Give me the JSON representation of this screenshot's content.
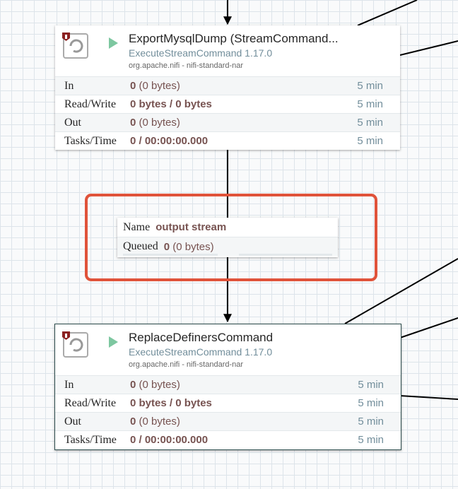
{
  "canvas": {
    "grid_color": "#dde4ea",
    "highlight_color": "#e0533a"
  },
  "processors": [
    {
      "name": "ExportMysqlDump (StreamCommand...",
      "type": "ExecuteStreamCommand 1.17.0",
      "bundle": "org.apache.nifi - nifi-standard-nar",
      "selected": false,
      "stats": {
        "in": {
          "label": "In",
          "value": "0",
          "detail": " (0 bytes)",
          "window": "5 min"
        },
        "read_write": {
          "label": "Read/Write",
          "value": "0 bytes / 0 bytes",
          "window": "5 min"
        },
        "out": {
          "label": "Out",
          "value": "0",
          "detail": " (0 bytes)",
          "window": "5 min"
        },
        "tasks_time": {
          "label": "Tasks/Time",
          "value": "0 / 00:00:00.000",
          "window": "5 min"
        }
      }
    },
    {
      "name": "ReplaceDefinersCommand",
      "type": "ExecuteStreamCommand 1.17.0",
      "bundle": "org.apache.nifi - nifi-standard-nar",
      "selected": true,
      "stats": {
        "in": {
          "label": "In",
          "value": "0",
          "detail": " (0 bytes)",
          "window": "5 min"
        },
        "read_write": {
          "label": "Read/Write",
          "value": "0 bytes / 0 bytes",
          "window": "5 min"
        },
        "out": {
          "label": "Out",
          "value": "0",
          "detail": " (0 bytes)",
          "window": "5 min"
        },
        "tasks_time": {
          "label": "Tasks/Time",
          "value": "0 / 00:00:00.000",
          "window": "5 min"
        }
      }
    }
  ],
  "connection": {
    "name_label": "Name",
    "name": "output stream",
    "queued_label": "Queued",
    "queued_count": "0",
    "queued_detail": " (0 bytes)"
  }
}
